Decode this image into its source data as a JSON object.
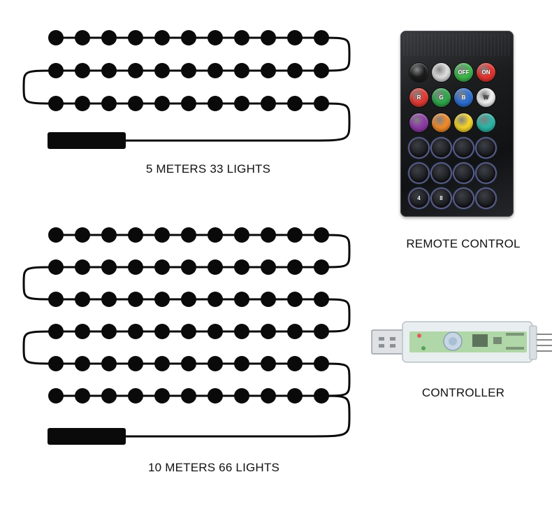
{
  "labels": {
    "small_strip": "5 METERS 33 LIGHTS",
    "large_strip": "10 METERS 66 LIGHTS",
    "remote": "REMOTE CONTROL",
    "controller": "CONTROLLER"
  },
  "small_strip": {
    "rows": 3,
    "lights_per_row": 11
  },
  "large_strip": {
    "rows": 6,
    "lights_per_row": 11
  },
  "remote": {
    "buttons": [
      {
        "name": "brightness-up",
        "color": "#1c1c1c",
        "text": ""
      },
      {
        "name": "brightness-down",
        "color": "#dcdcdc",
        "text": ""
      },
      {
        "name": "off",
        "color": "#3cb84a",
        "text": "OFF"
      },
      {
        "name": "on",
        "color": "#e8342f",
        "text": "ON"
      },
      {
        "name": "red",
        "color": "#e23a33",
        "text": "R"
      },
      {
        "name": "green",
        "color": "#2fa84a",
        "text": "G"
      },
      {
        "name": "blue",
        "color": "#2c6fd6",
        "text": "B"
      },
      {
        "name": "white",
        "color": "#f2f2f2",
        "text": "W"
      },
      {
        "name": "purple",
        "color": "#8e3aa8",
        "text": ""
      },
      {
        "name": "orange",
        "color": "#f08a2a",
        "text": ""
      },
      {
        "name": "yellow",
        "color": "#f4d32a",
        "text": ""
      },
      {
        "name": "cyan",
        "color": "#2bb5a7",
        "text": ""
      },
      {
        "name": "flash",
        "color": "dark",
        "text": ""
      },
      {
        "name": "fade",
        "color": "dark",
        "text": ""
      },
      {
        "name": "mode-3",
        "color": "dark",
        "text": ""
      },
      {
        "name": "music-1",
        "color": "dark",
        "text": ""
      },
      {
        "name": "mode-5",
        "color": "dark",
        "text": ""
      },
      {
        "name": "mode-6",
        "color": "dark",
        "text": ""
      },
      {
        "name": "mode-7",
        "color": "dark",
        "text": ""
      },
      {
        "name": "music-2",
        "color": "dark",
        "text": ""
      },
      {
        "name": "speed-4",
        "color": "dark",
        "text": "4"
      },
      {
        "name": "speed-8",
        "color": "dark",
        "text": "8"
      },
      {
        "name": "mode-11",
        "color": "dark",
        "text": ""
      },
      {
        "name": "mode-12",
        "color": "dark",
        "text": ""
      }
    ]
  },
  "colors": {
    "strip": "#0a0a0a",
    "background": "#ffffff"
  }
}
